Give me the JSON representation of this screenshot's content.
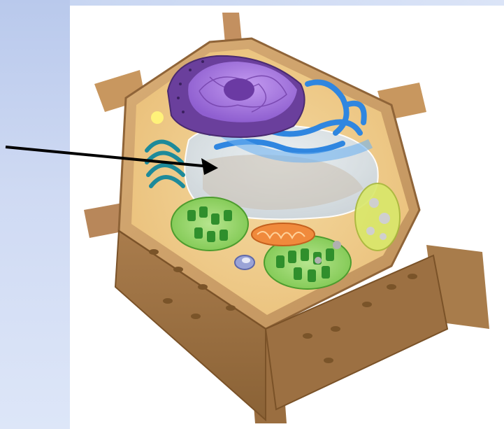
{
  "slide": {
    "accent_band_color": "#c9d7f2",
    "background_color": "#ffffff"
  },
  "diagram": {
    "subject": "plant-cell",
    "arrow_color": "#000000",
    "organelles": [
      "cell-wall",
      "nucleus",
      "nucleolus",
      "endoplasmic-reticulum",
      "golgi-apparatus",
      "central-vacuole",
      "chloroplast",
      "mitochondrion",
      "amyloplast",
      "peroxisome",
      "cytoplasm"
    ],
    "pointer_target": "central-vacuole",
    "colors": {
      "cell_wall": "#b98a55",
      "cytoplasm": "#f2d08c",
      "nucleus": "#8a5cc2",
      "er": "#2f86e0",
      "vacuole": "#d8e8f6",
      "chloroplast": "#5cbf3c",
      "mitochondrion": "#f08a3c",
      "golgi": "#1e8a9a"
    }
  }
}
